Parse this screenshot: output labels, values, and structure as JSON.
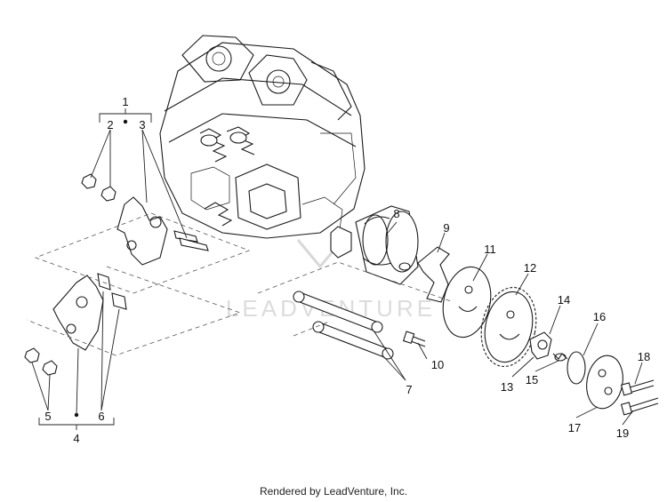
{
  "diagram": {
    "watermark": "LEADVENTURE",
    "callouts": {
      "c1": "1",
      "c2": "2",
      "c3": "3",
      "c4": "4",
      "c5": "5",
      "c6": "6",
      "c7": "7",
      "c8": "8",
      "c9": "9",
      "c10": "10",
      "c11": "11",
      "c12": "12",
      "c13": "13",
      "c14": "14",
      "c15": "15",
      "c16": "16",
      "c17": "17",
      "c18": "18",
      "c19": "19"
    }
  },
  "footer": {
    "text": "Rendered by LeadVenture, Inc."
  }
}
